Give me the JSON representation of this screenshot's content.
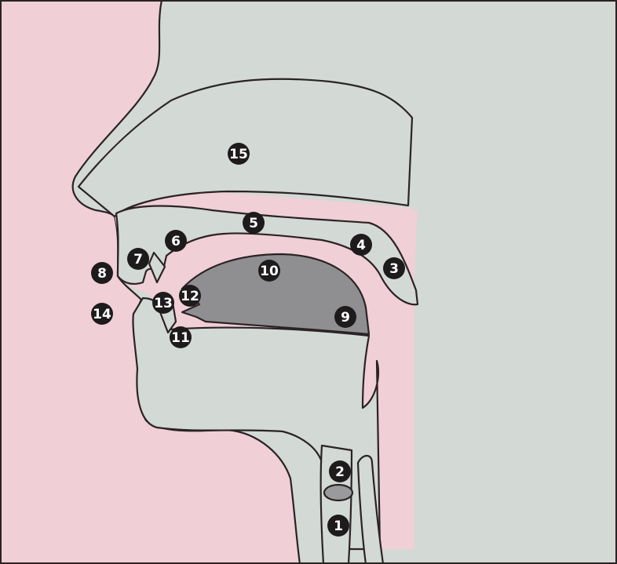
{
  "colors": {
    "background": "#f1cfd6",
    "tissue": "#d3d9d4",
    "tongue": "#8f8f92",
    "outline": "#2b2326",
    "badge": "#1e1b1c",
    "badge_text": "#ffffff"
  },
  "markers": [
    {
      "id": "marker-1",
      "label": "1"
    },
    {
      "id": "marker-2",
      "label": "2"
    },
    {
      "id": "marker-3",
      "label": "3"
    },
    {
      "id": "marker-4",
      "label": "4"
    },
    {
      "id": "marker-5",
      "label": "5"
    },
    {
      "id": "marker-6",
      "label": "6"
    },
    {
      "id": "marker-7",
      "label": "7"
    },
    {
      "id": "marker-8",
      "label": "8"
    },
    {
      "id": "marker-9",
      "label": "9"
    },
    {
      "id": "marker-10",
      "label": "10"
    },
    {
      "id": "marker-11",
      "label": "11"
    },
    {
      "id": "marker-12",
      "label": "12"
    },
    {
      "id": "marker-13",
      "label": "13"
    },
    {
      "id": "marker-14",
      "label": "14"
    },
    {
      "id": "marker-15",
      "label": "15"
    }
  ]
}
